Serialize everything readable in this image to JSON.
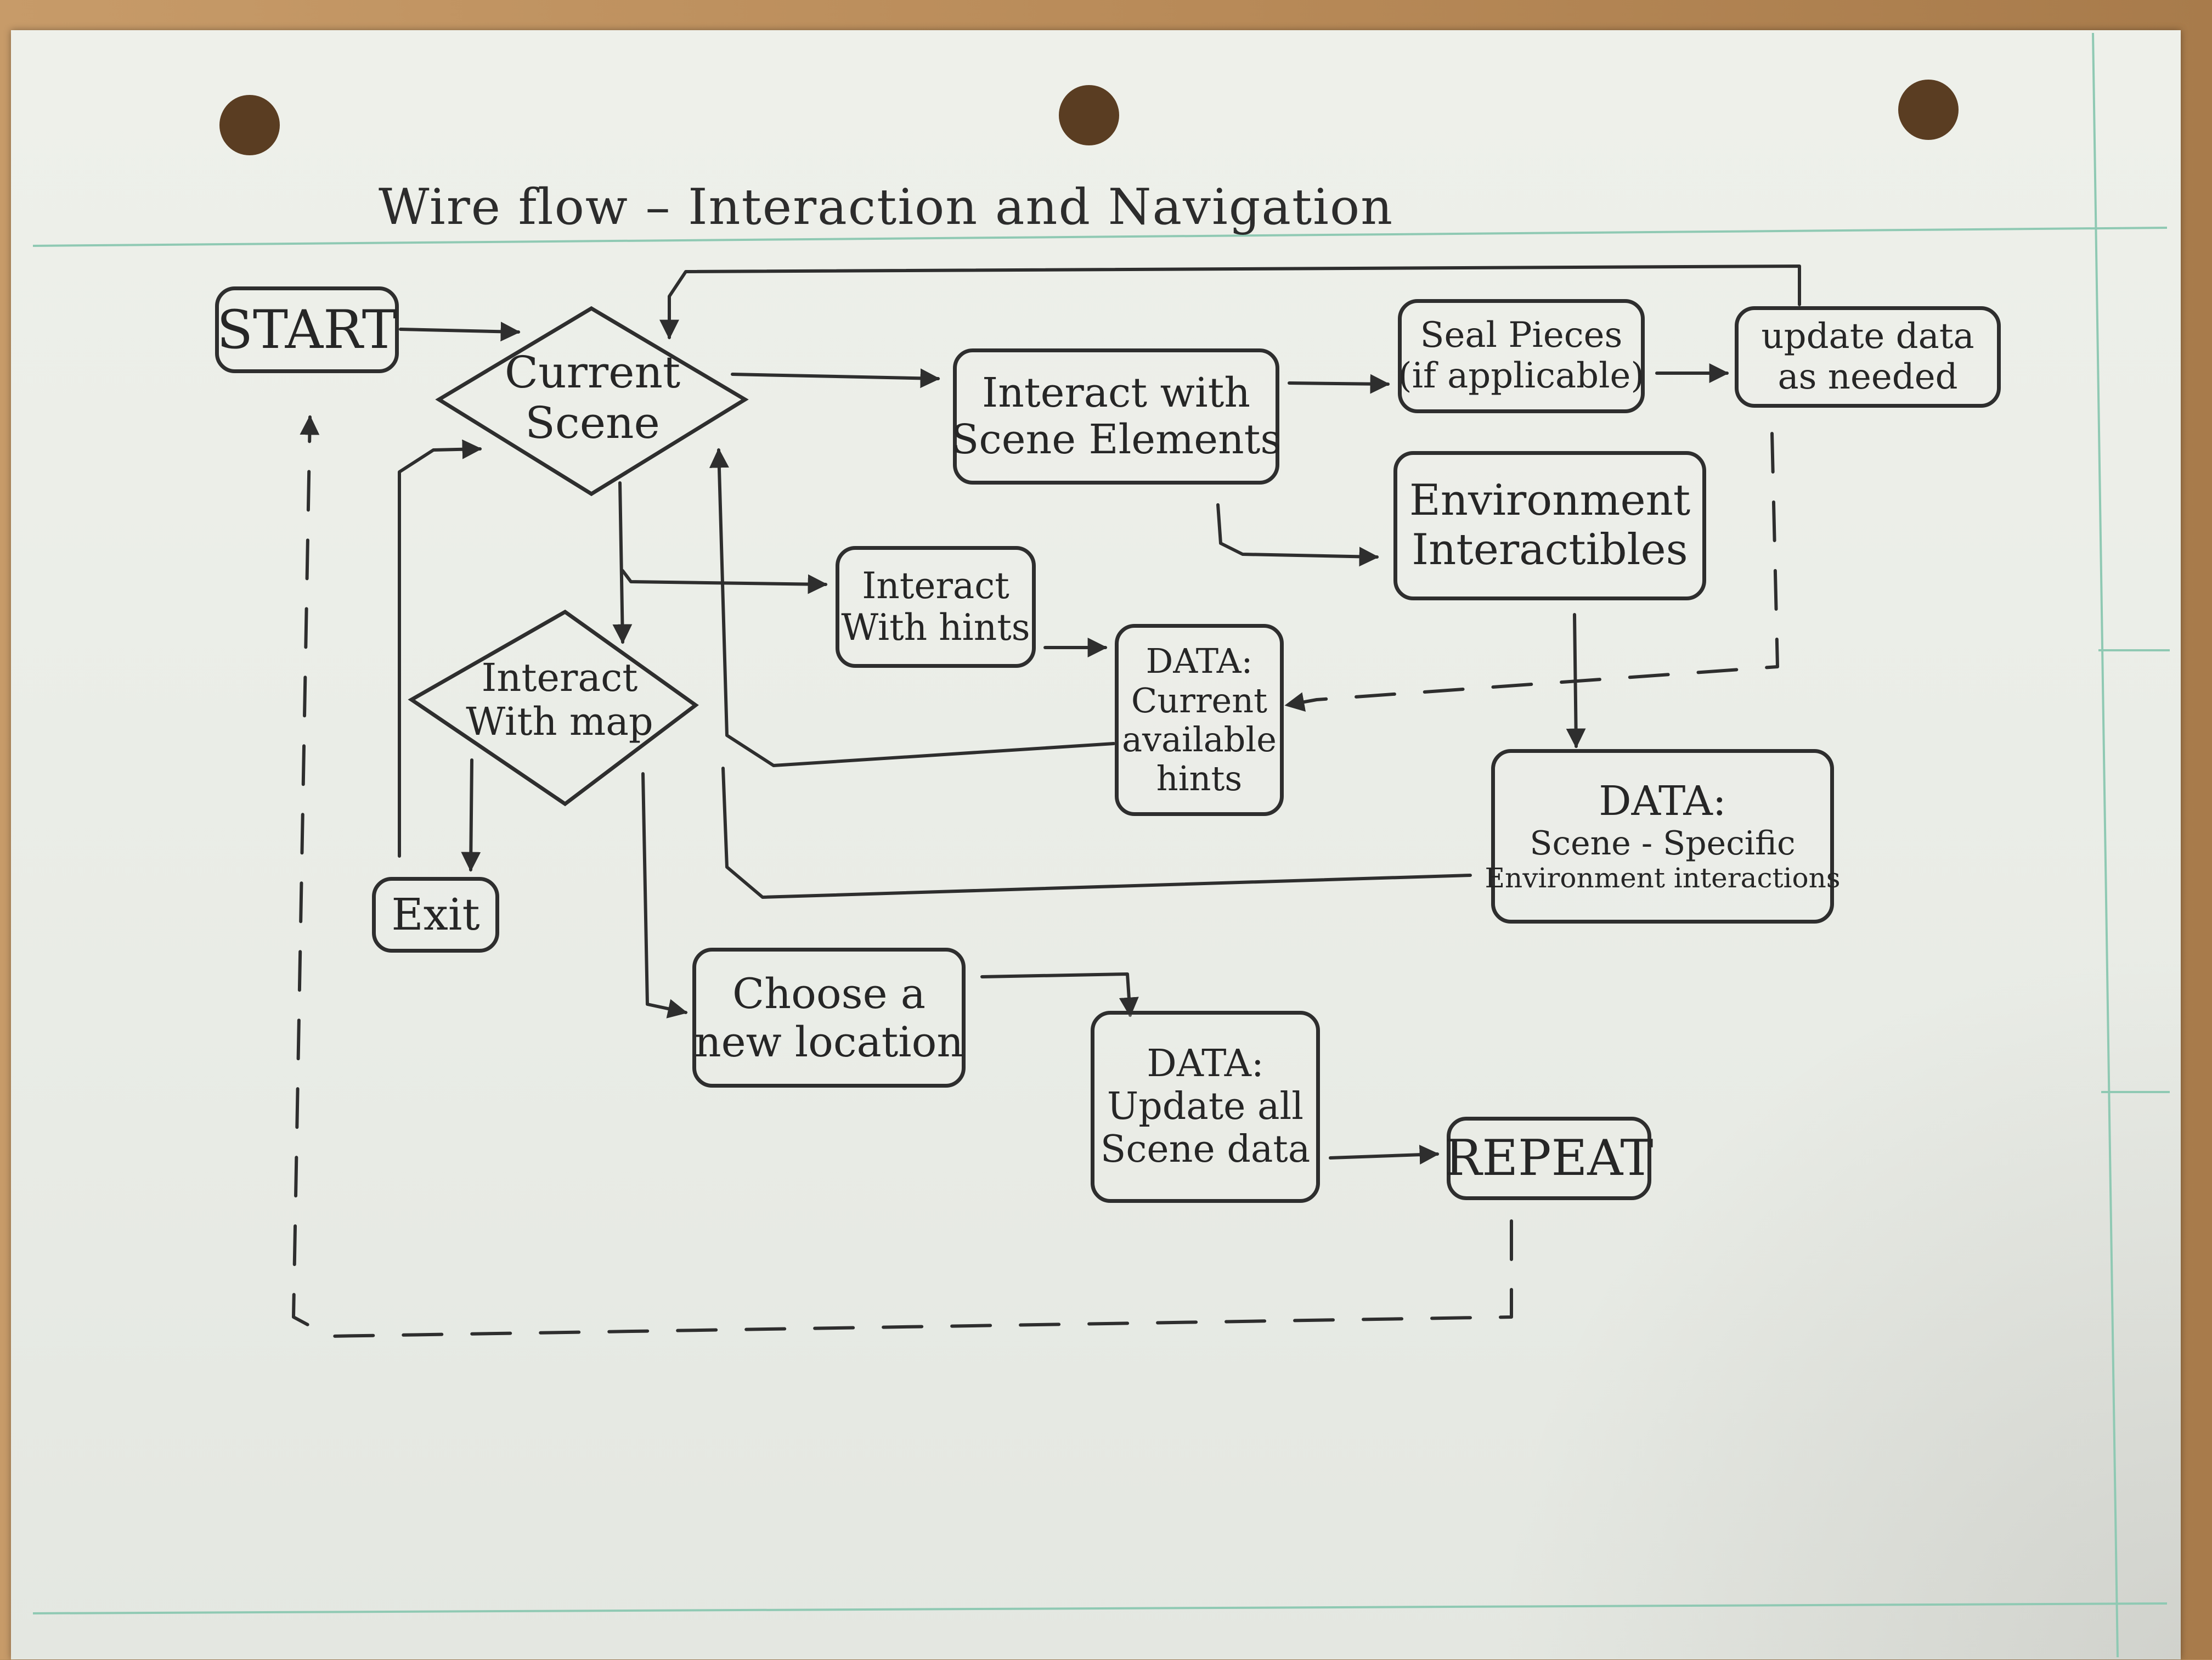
{
  "title": "Wire flow – Interaction and Navigation",
  "nodes": {
    "start": {
      "label": "START"
    },
    "current_scene": {
      "line1": "Current",
      "line2": "Scene"
    },
    "interact_scene_elements": {
      "line1": "Interact with",
      "line2": "Scene Elements"
    },
    "seal_pieces": {
      "line1": "Seal Pieces",
      "line2": "(if applicable)"
    },
    "update_data": {
      "line1": "update data",
      "line2": "as needed"
    },
    "environment_interactibles": {
      "line1": "Environment",
      "line2": "Interactibles"
    },
    "interact_hints": {
      "line1": "Interact",
      "line2": "With hints"
    },
    "data_hints": {
      "line1": "DATA:",
      "line2": "Current",
      "line3": "available",
      "line4": "hints"
    },
    "interact_map": {
      "line1": "Interact",
      "line2": "With map"
    },
    "data_environment": {
      "line1": "DATA:",
      "line2": "Scene - Specific",
      "line3": "Environment interactions"
    },
    "exit": {
      "label": "Exit"
    },
    "choose_location": {
      "line1": "Choose a",
      "line2": "new location"
    },
    "data_update_all": {
      "line1": "DATA:",
      "line2": "Update all",
      "line3": "Scene data"
    },
    "repeat": {
      "label": "REPEAT"
    }
  },
  "colors": {
    "ink": "#2e2e2e",
    "paper": "#eef0ea",
    "rule_line": "#8fc9b3",
    "desk": "#b98f5e"
  }
}
